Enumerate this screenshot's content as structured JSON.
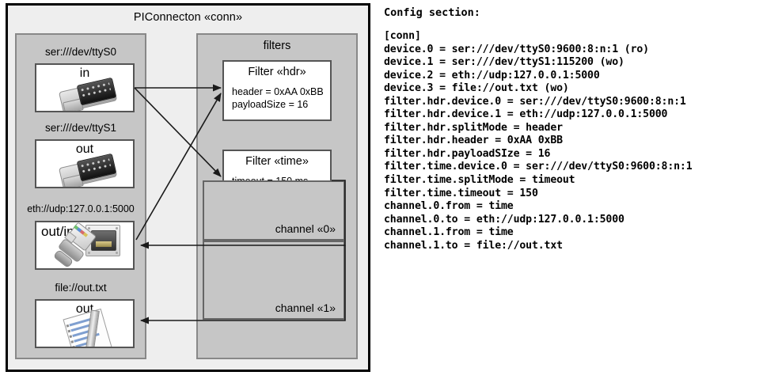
{
  "diagram": {
    "outer_title": "PIConnecton «conn»",
    "devices_panel": {
      "items": [
        {
          "label": "ser:///dev/ttyS0",
          "io": "in",
          "icon": "serial-db9-icon"
        },
        {
          "label": "ser:///dev/ttyS1",
          "io": "out",
          "icon": "serial-db9-icon"
        },
        {
          "label": "eth://udp:127.0.0.1:5000",
          "io": "out/in",
          "icon": "ethernet-rj45-icon"
        },
        {
          "label": "file://out.txt",
          "io": "out",
          "icon": "text-file-icon"
        }
      ]
    },
    "filters_panel": {
      "title": "filters",
      "filters": [
        {
          "title": "Filter «hdr»",
          "props": [
            "header = 0xAA 0xBB",
            "payloadSize = 16"
          ]
        },
        {
          "title": "Filter «time»",
          "props": [
            "timeout = 150 ms"
          ]
        }
      ],
      "channels": [
        {
          "label": "channel «0»"
        },
        {
          "label": "channel «1»"
        }
      ]
    }
  },
  "config": {
    "heading": "Config section:",
    "text": "[conn]\ndevice.0 = ser:///dev/ttyS0:9600:8:n:1 (ro)\ndevice.1 = ser:///dev/ttyS1:115200 (wo)\ndevice.2 = eth://udp:127.0.0.1:5000\ndevice.3 = file://out.txt (wo)\nfilter.hdr.device.0 = ser:///dev/ttyS0:9600:8:n:1\nfilter.hdr.device.1 = eth://udp:127.0.0.1:5000\nfilter.hdr.splitMode = header\nfilter.hdr.header = 0xAA 0xBB\nfilter.hdr.payloadSIze = 16\nfilter.time.device.0 = ser:///dev/ttyS0:9600:8:n:1\nfilter.time.splitMode = timeout\nfilter.time.timeout = 150\nchannel.0.from = time\nchannel.0.to = eth://udp:127.0.0.1:5000\nchannel.1.from = time\nchannel.1.to = file://out.txt"
  },
  "colors": {
    "page_background": "#ffffff",
    "outer_fill": "#eeeeee",
    "panel_fill": "#c6c6c6",
    "box_fill": "#ffffff",
    "stroke": "#000000"
  }
}
